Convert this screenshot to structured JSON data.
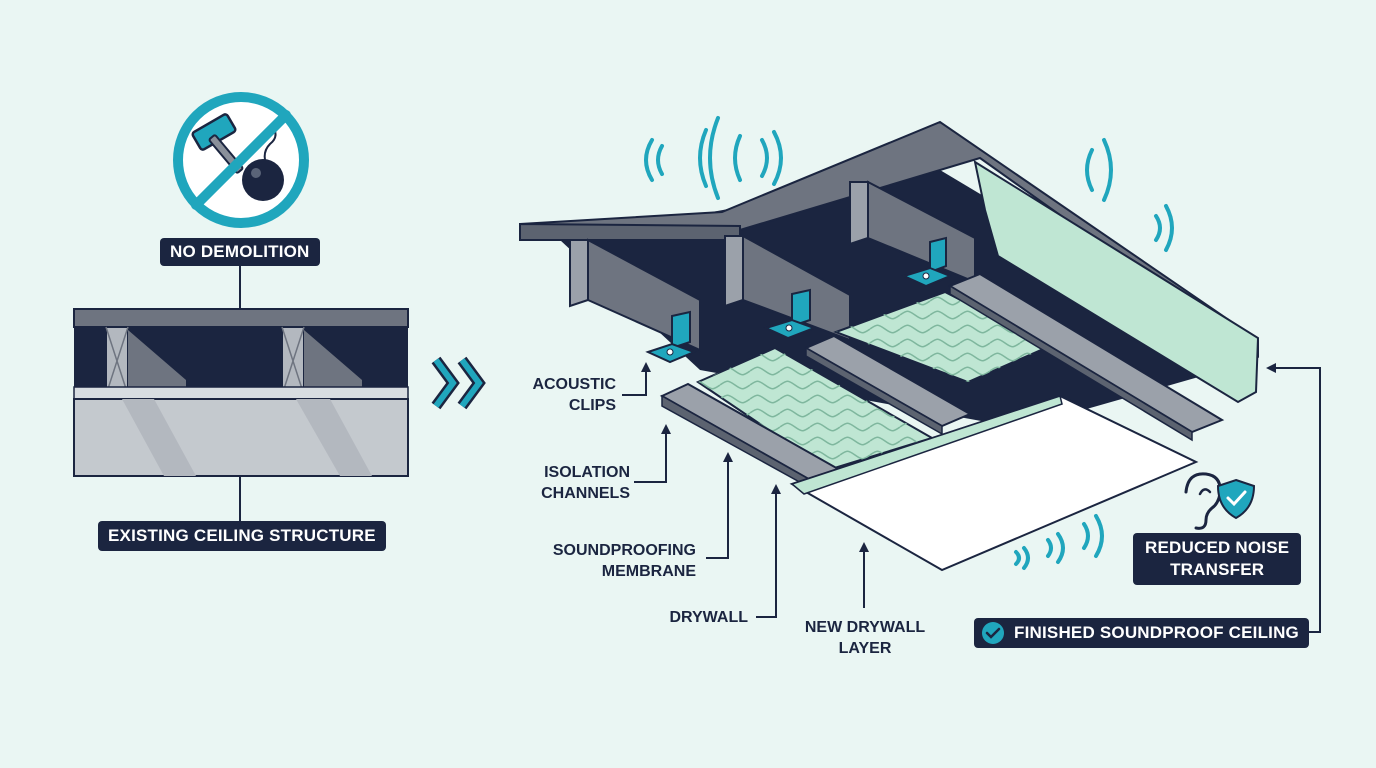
{
  "labels": {
    "no_demolition": "NO DEMOLITION",
    "existing_ceiling": "EXISTING CEILING STRUCTURE",
    "acoustic_clips": [
      "ACOUSTIC",
      "CLIPS"
    ],
    "isolation_channels": [
      "ISOLATION",
      "CHANNELS"
    ],
    "soundproofing_membrane": [
      "SOUNDPROOFING",
      "MEMBRANE"
    ],
    "drywall": "DRYWALL",
    "new_drywall_layer": [
      "NEW DRYWALL",
      "LAYER"
    ],
    "reduced_noise": [
      "REDUCED NOISE",
      "TRANSFER"
    ],
    "finished_ceiling": "FINISHED SOUNDPROOF CEILING"
  },
  "icons": [
    "no-demolition-icon",
    "hammer-icon",
    "wrecking-ball-icon",
    "arrow-right-icon",
    "sound-wave-icon",
    "ear-icon",
    "shield-check-icon",
    "check-circle-icon"
  ],
  "colors": {
    "background": "#eaf6f3",
    "navy": "#1b2540",
    "teal": "#20a6bd",
    "steel": "#6e7480",
    "membrane": "#bfe6d3"
  }
}
